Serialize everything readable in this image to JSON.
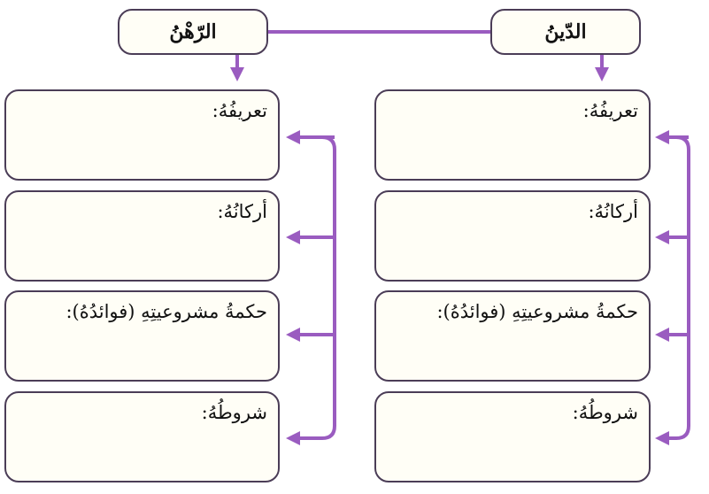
{
  "colors": {
    "arrow": "#9a5cc0",
    "border": "#4b3d57",
    "box_fill": "#fffef6"
  },
  "columns": [
    {
      "title": "الدّينُ",
      "fields": [
        "تعريفُهُ:",
        "أركانُهُ:",
        "حكمةُ مشروعيتِهِ (فوائدُهُ):",
        "شروطُهُ:"
      ]
    },
    {
      "title": "الرّهْنُ",
      "fields": [
        "تعريفُهُ:",
        "أركانُهُ:",
        "حكمةُ مشروعيتِهِ (فوائدُهُ):",
        "شروطُهُ:"
      ]
    }
  ]
}
